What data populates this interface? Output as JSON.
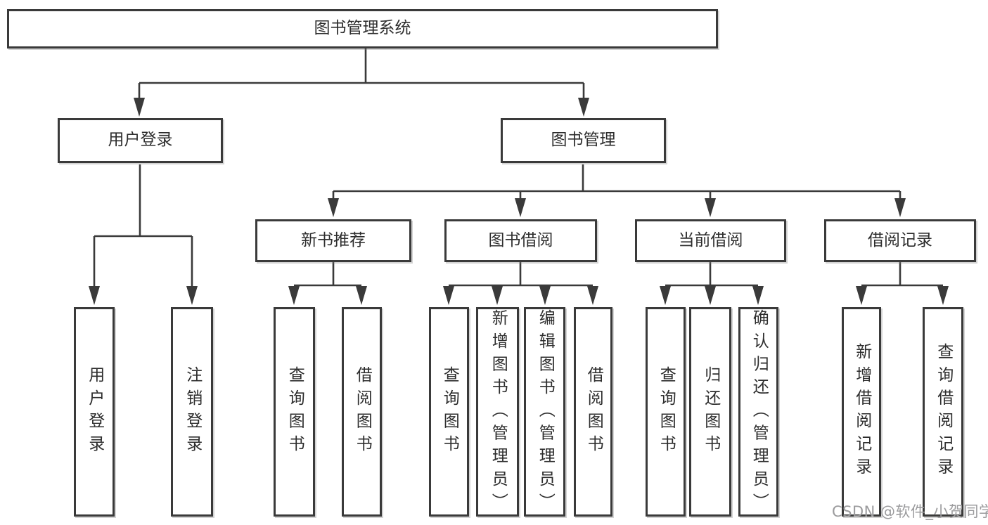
{
  "colors": {
    "line": "#3a3a3a",
    "box_border": "#3a3a3a",
    "box_fill": "#ffffff",
    "text": "#2d2d2d",
    "background": "#ffffff",
    "watermark_text_color": "#9b9b9d"
  },
  "watermark": {
    "text": "CSDN @软件_小贺同学"
  },
  "tree": {
    "label": "图书管理系统",
    "children": [
      {
        "label": "用户登录",
        "children": [
          {
            "label": "用户登录"
          },
          {
            "label": "注销登录"
          }
        ]
      },
      {
        "label": "图书管理",
        "children": [
          {
            "label": "新书推荐",
            "children": [
              {
                "label": "查询图书"
              },
              {
                "label": "借阅图书"
              }
            ]
          },
          {
            "label": "图书借阅",
            "children": [
              {
                "label": "查询图书"
              },
              {
                "label": "新增图书（管理员）"
              },
              {
                "label": "编辑图书（管理员）"
              },
              {
                "label": "借阅图书"
              }
            ]
          },
          {
            "label": "当前借阅",
            "children": [
              {
                "label": "查询图书"
              },
              {
                "label": "归还图书"
              },
              {
                "label": "确认归还（管理员）"
              }
            ]
          },
          {
            "label": "借阅记录",
            "children": [
              {
                "label": "新增借阅记录"
              },
              {
                "label": "查询借阅记录"
              }
            ]
          }
        ]
      }
    ]
  }
}
